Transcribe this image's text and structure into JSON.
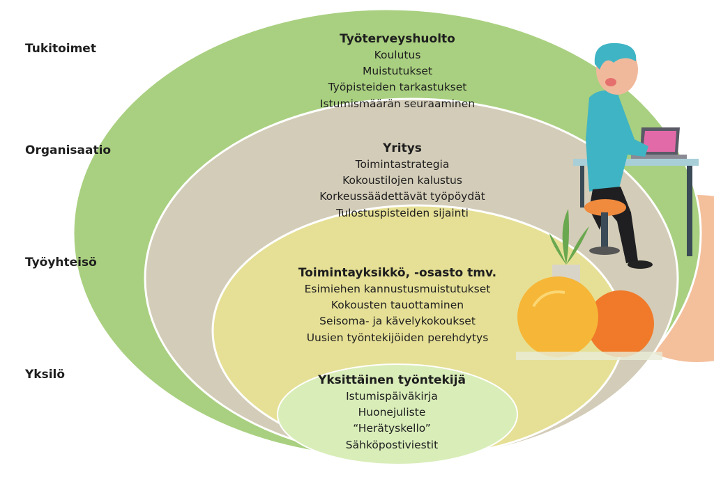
{
  "diagram": {
    "levels": [
      {
        "side_label": "Tukitoimet",
        "heading": "Työterveyshuolto",
        "items": [
          "Koulutus",
          "Muistutukset",
          "Työpisteiden tarkastukset",
          "Istumismäärän seuraaminen"
        ]
      },
      {
        "side_label": "Organisaatio",
        "heading": "Yritys",
        "items": [
          "Toimintastrategia",
          "Kokoustilojen kalustus",
          "Korkeussäädettävät työpöydät",
          "Tulostuspisteiden sijainti"
        ]
      },
      {
        "side_label": "Työyhteisö",
        "heading": "Toimintayksikkö, -osasto tmv.",
        "items": [
          "Esimiehen kannustusmuistutukset",
          "Kokousten tauottaminen",
          "Seisoma- ja kävelykokoukset",
          "Uusien työntekijöiden perehdytys"
        ]
      },
      {
        "side_label": "Yksilö",
        "heading": "Yksittäinen työntekijä",
        "items": [
          "Istumispäiväkirja",
          "Huonejuliste",
          "“Herätyskello”",
          "Sähköpostiviestit"
        ]
      }
    ],
    "colors": {
      "outer": "#a9d080",
      "organisation": "#d3ccb8",
      "community": "#e6e096",
      "individual": "#d9edb9"
    }
  }
}
